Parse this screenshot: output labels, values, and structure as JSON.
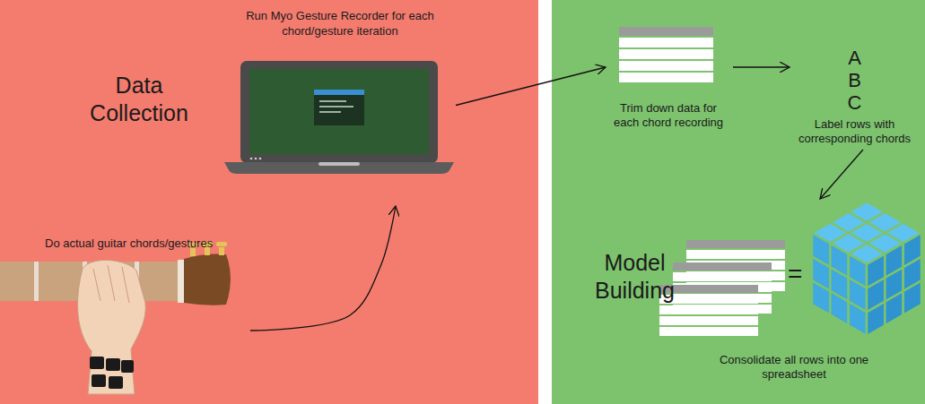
{
  "diagram": {
    "nodes": [
      {
        "text": [
          "Data Collection"
        ]
      },
      {
        "text": [
          "Run Myo Gesture Recorder for each chord/gesture iteration"
        ],
        "in": 0
      },
      {
        "text": [
          "Do actual guitar chords/gestures"
        ],
        "in": 0
      },
      {
        "text": [
          "Model Building"
        ]
      },
      {
        "text": [
          "Trim down data for each chord recording"
        ],
        "in": 3
      },
      {
        "text": [
          "A",
          "B",
          "C",
          "Label rows with corresponding chords"
        ],
        "in": 3
      },
      {
        "text": [
          "Consolidate all rows into one spreadsheet"
        ],
        "in": 3
      }
    ],
    "edges": [
      {
        "from": 2,
        "to": 1,
        "arrow": "to"
      },
      {
        "from": 1,
        "to": 4,
        "arrow": "to"
      },
      {
        "from": 4,
        "to": 5,
        "arrow": "to"
      },
      {
        "from": 5,
        "to": 6,
        "arrow": "to"
      }
    ],
    "labels": [
      "="
    ]
  }
}
